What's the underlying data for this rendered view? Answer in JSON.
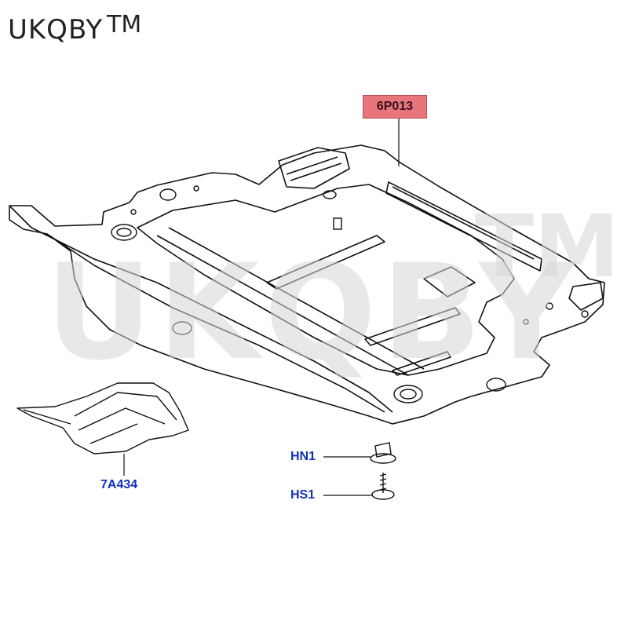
{
  "brand": {
    "text": "UKQBY",
    "tm": "TM"
  },
  "watermark": {
    "text": "UKQBY",
    "tm": "TM"
  },
  "callouts": {
    "panel": "6P013",
    "shield": "7A434",
    "nut": "HN1",
    "screw": "HS1"
  },
  "colors": {
    "callout_text": "#1030b8",
    "highlight_box": "#e8757c",
    "line": "#111111"
  }
}
